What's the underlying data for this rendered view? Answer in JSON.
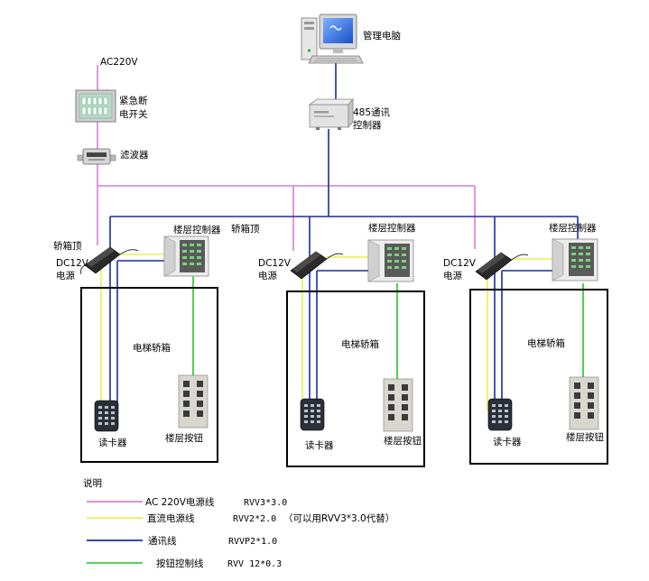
{
  "labels": {
    "computer": "管理电脑",
    "ac220v": "AC220V",
    "emergency_switch": [
      "紧急断",
      "电开关"
    ],
    "filter": "滤波器",
    "rs485": [
      "485通讯",
      "控制器"
    ],
    "car_top": "轿箱顶",
    "dc12v": [
      "DC12V",
      "电源"
    ],
    "floor_controller": "楼层控制器",
    "elevator_car": "电梯轿箱",
    "card_reader": "读卡器",
    "floor_button": "楼层按钮"
  },
  "legend": {
    "title": "说明",
    "items": [
      {
        "name": "AC 220V电源线",
        "spec": "RVV3*3.0",
        "note": "",
        "color": "#d67fd6"
      },
      {
        "name": "直流电源线",
        "spec": "RVV2*2.0",
        "note": "（可以用RVV3*3.0代替）",
        "color": "#e8f04a"
      },
      {
        "name": "通讯线",
        "spec": "RVVP2*1.0",
        "note": "",
        "color": "#1a2f9a"
      },
      {
        "name": "按钮控制线",
        "spec": "RVV 12*0.3",
        "note": "",
        "color": "#3dce3d"
      }
    ]
  },
  "colors": {
    "ac": "#d67fd6",
    "dc": "#e8f04a",
    "comm": "#1a2f9a",
    "button": "#3dce3d"
  }
}
